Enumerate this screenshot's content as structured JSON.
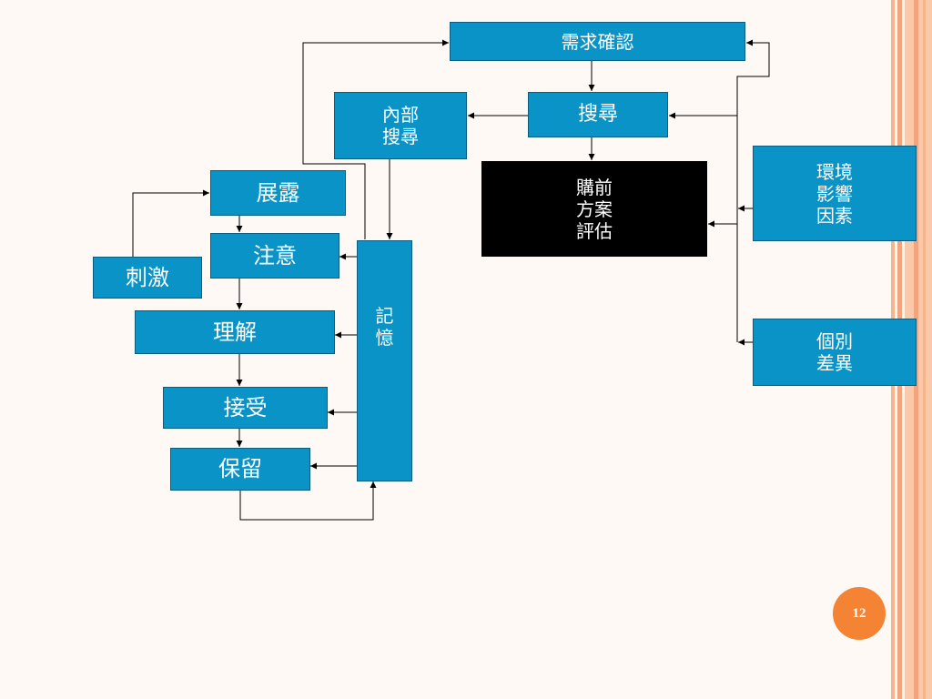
{
  "slide": {
    "page_number": "12",
    "accent_color": "#0a93c6",
    "frame_color": "#f48334"
  },
  "diagram": {
    "need_recognition": "需求確認",
    "search": "搜尋",
    "internal_search": "內部\n搜尋",
    "pre_purchase_evaluation": "購前\n方案\n評估",
    "environmental_factors": "環境\n影響\n因素",
    "individual_differences": "個別\n差異",
    "exposure": "展露",
    "attention": "注意",
    "stimulus": "刺激",
    "comprehension": "理解",
    "acceptance": "接受",
    "retention": "保留",
    "memory": "記\n憶"
  }
}
